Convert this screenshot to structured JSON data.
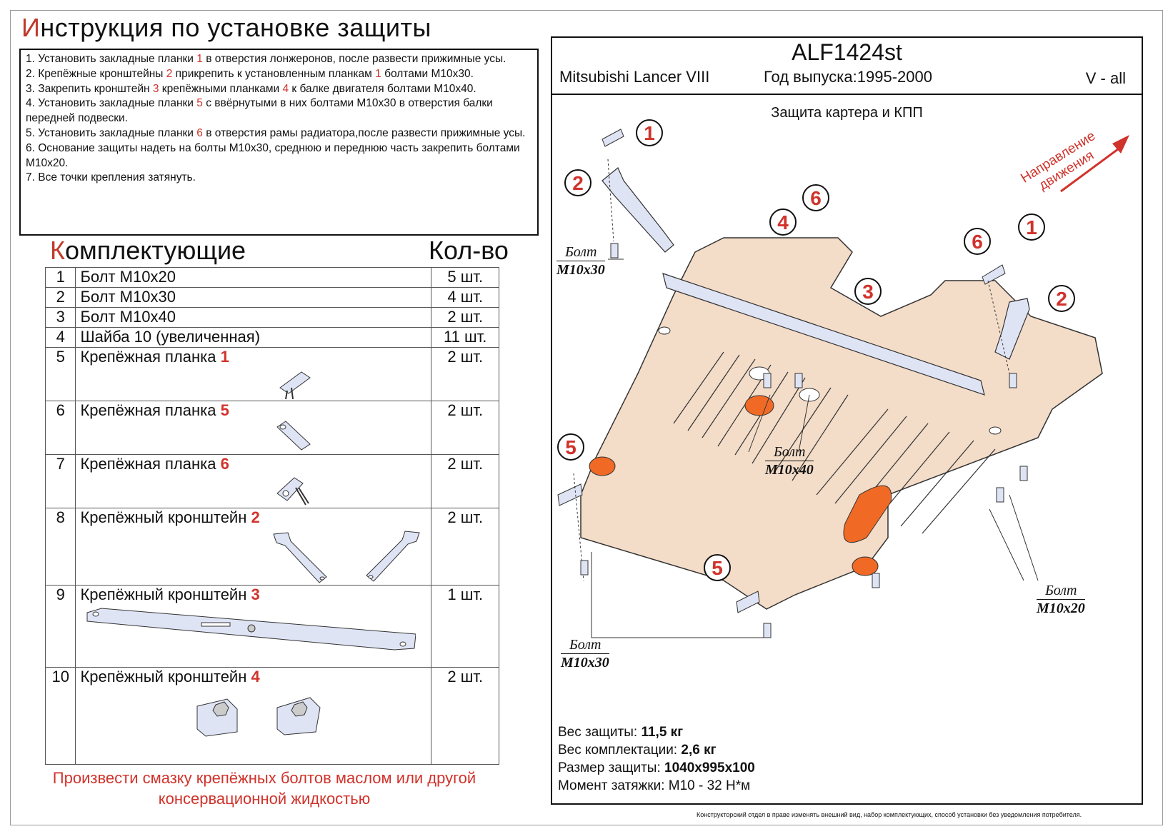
{
  "title": {
    "first_letter": "И",
    "rest": "нструкция по установке защиты"
  },
  "instructions": [
    {
      "parts": [
        "1. Установить закладные планки ",
        "1",
        " в отверстия лонжеронов, после развести прижимные усы."
      ]
    },
    {
      "parts": [
        "2. Крепёжные кронштейны ",
        "2",
        " прикрепить к установленным планкам ",
        "1",
        " болтами М10х30."
      ]
    },
    {
      "parts": [
        "3. Закрепить кронштейн ",
        "3",
        " крепёжными планками ",
        "4",
        " к балке двигателя болтами М10х40."
      ]
    },
    {
      "parts": [
        "4. Установить закладные планки ",
        "5",
        " с ввёрнутыми в них болтами М10х30 в отверстия балки передней подвески."
      ]
    },
    {
      "parts": [
        "5. Установить закладные планки ",
        "6",
        " в отверстия рамы радиатора,после развести прижимные усы."
      ]
    },
    {
      "parts": [
        "6. Основание защиты надеть на болты М10х30, среднюю и переднюю часть закрепить болтами М10х20."
      ]
    },
    {
      "parts": [
        "7. Все точки крепления затянуть."
      ]
    }
  ],
  "components": {
    "title_first": "К",
    "title_rest": "омплектующие",
    "qty_title": "Кол-во",
    "rows": [
      {
        "num": "1",
        "name": "Болт М10х20",
        "ref": "",
        "qty": "5 шт."
      },
      {
        "num": "2",
        "name": "Болт М10х30",
        "ref": "",
        "qty": "4 шт."
      },
      {
        "num": "3",
        "name": "Болт М10х40",
        "ref": "",
        "qty": "2 шт."
      },
      {
        "num": "4",
        "name": "Шайба 10 (увеличенная)",
        "ref": "",
        "qty": "11 шт."
      },
      {
        "num": "5",
        "name": "Крепёжная планка ",
        "ref": "1",
        "qty": "2 шт."
      },
      {
        "num": "6",
        "name": "Крепёжная планка ",
        "ref": "5",
        "qty": "2 шт."
      },
      {
        "num": "7",
        "name": "Крепёжная планка ",
        "ref": "6",
        "qty": "2 шт."
      },
      {
        "num": "8",
        "name": "Крепёжный кронштейн ",
        "ref": "2",
        "qty": "2 шт."
      },
      {
        "num": "9",
        "name": "Крепёжный кронштейн ",
        "ref": "3",
        "qty": "1 шт."
      },
      {
        "num": "10",
        "name": "Крепёжный кронштейн ",
        "ref": "4",
        "qty": "2 шт."
      }
    ]
  },
  "footer_note": [
    "Произвести смазку крепёжных болтов маслом или другой",
    "консервационной жидкостью"
  ],
  "diagram": {
    "code": "ALF1424st",
    "model": "Mitsubishi Lancer VIII",
    "year": "Год выпуска:1995-2000",
    "version": "V - all",
    "subtitle": "Защита картера и КПП",
    "direction": [
      "Направление",
      "движения"
    ],
    "callouts": [
      "1",
      "2",
      "4",
      "6",
      "3",
      "6",
      "1",
      "2",
      "5",
      "5"
    ],
    "bolt_labels": [
      {
        "word": "Болт",
        "size": "М10х30"
      },
      {
        "word": "Болт",
        "size": "М10х40"
      },
      {
        "word": "Болт",
        "size": "М10х20"
      },
      {
        "word": "Болт",
        "size": "М10х30"
      }
    ]
  },
  "specs": [
    {
      "label": "Вес защиты: ",
      "value": "11,5 кг"
    },
    {
      "label": "Вес комплектации: ",
      "value": "2,6 кг"
    },
    {
      "label": "Размер защиты: ",
      "value": "1040х995х100"
    },
    {
      "label": "Момент затяжки: ",
      "value": "М10 - 32 Н*м"
    }
  ],
  "disclaimer": "Конструкторский отдел в праве изменять внешний вид, набор комплектующих, способ установки без уведомления потребителя.",
  "colors": {
    "accent_red": "#d0332b",
    "plate_fill": "#f3dcc8",
    "bracket_fill": "#dfe4f5",
    "rubber_orange": "#f06a25"
  }
}
